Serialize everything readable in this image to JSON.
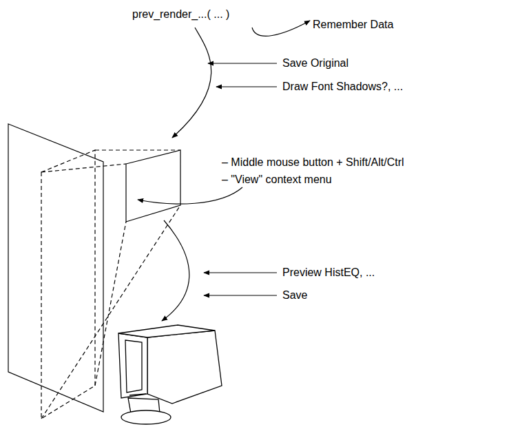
{
  "diagram": {
    "labels": [
      "prev_render_...( ... )",
      "Remember Data",
      "Save Original",
      "Draw Font Shadows?, ...",
      "– Middle mouse button + Shift/Alt/Ctrl",
      "– \"View\" context menu",
      "Preview HistEQ, ...",
      "Save"
    ]
  }
}
